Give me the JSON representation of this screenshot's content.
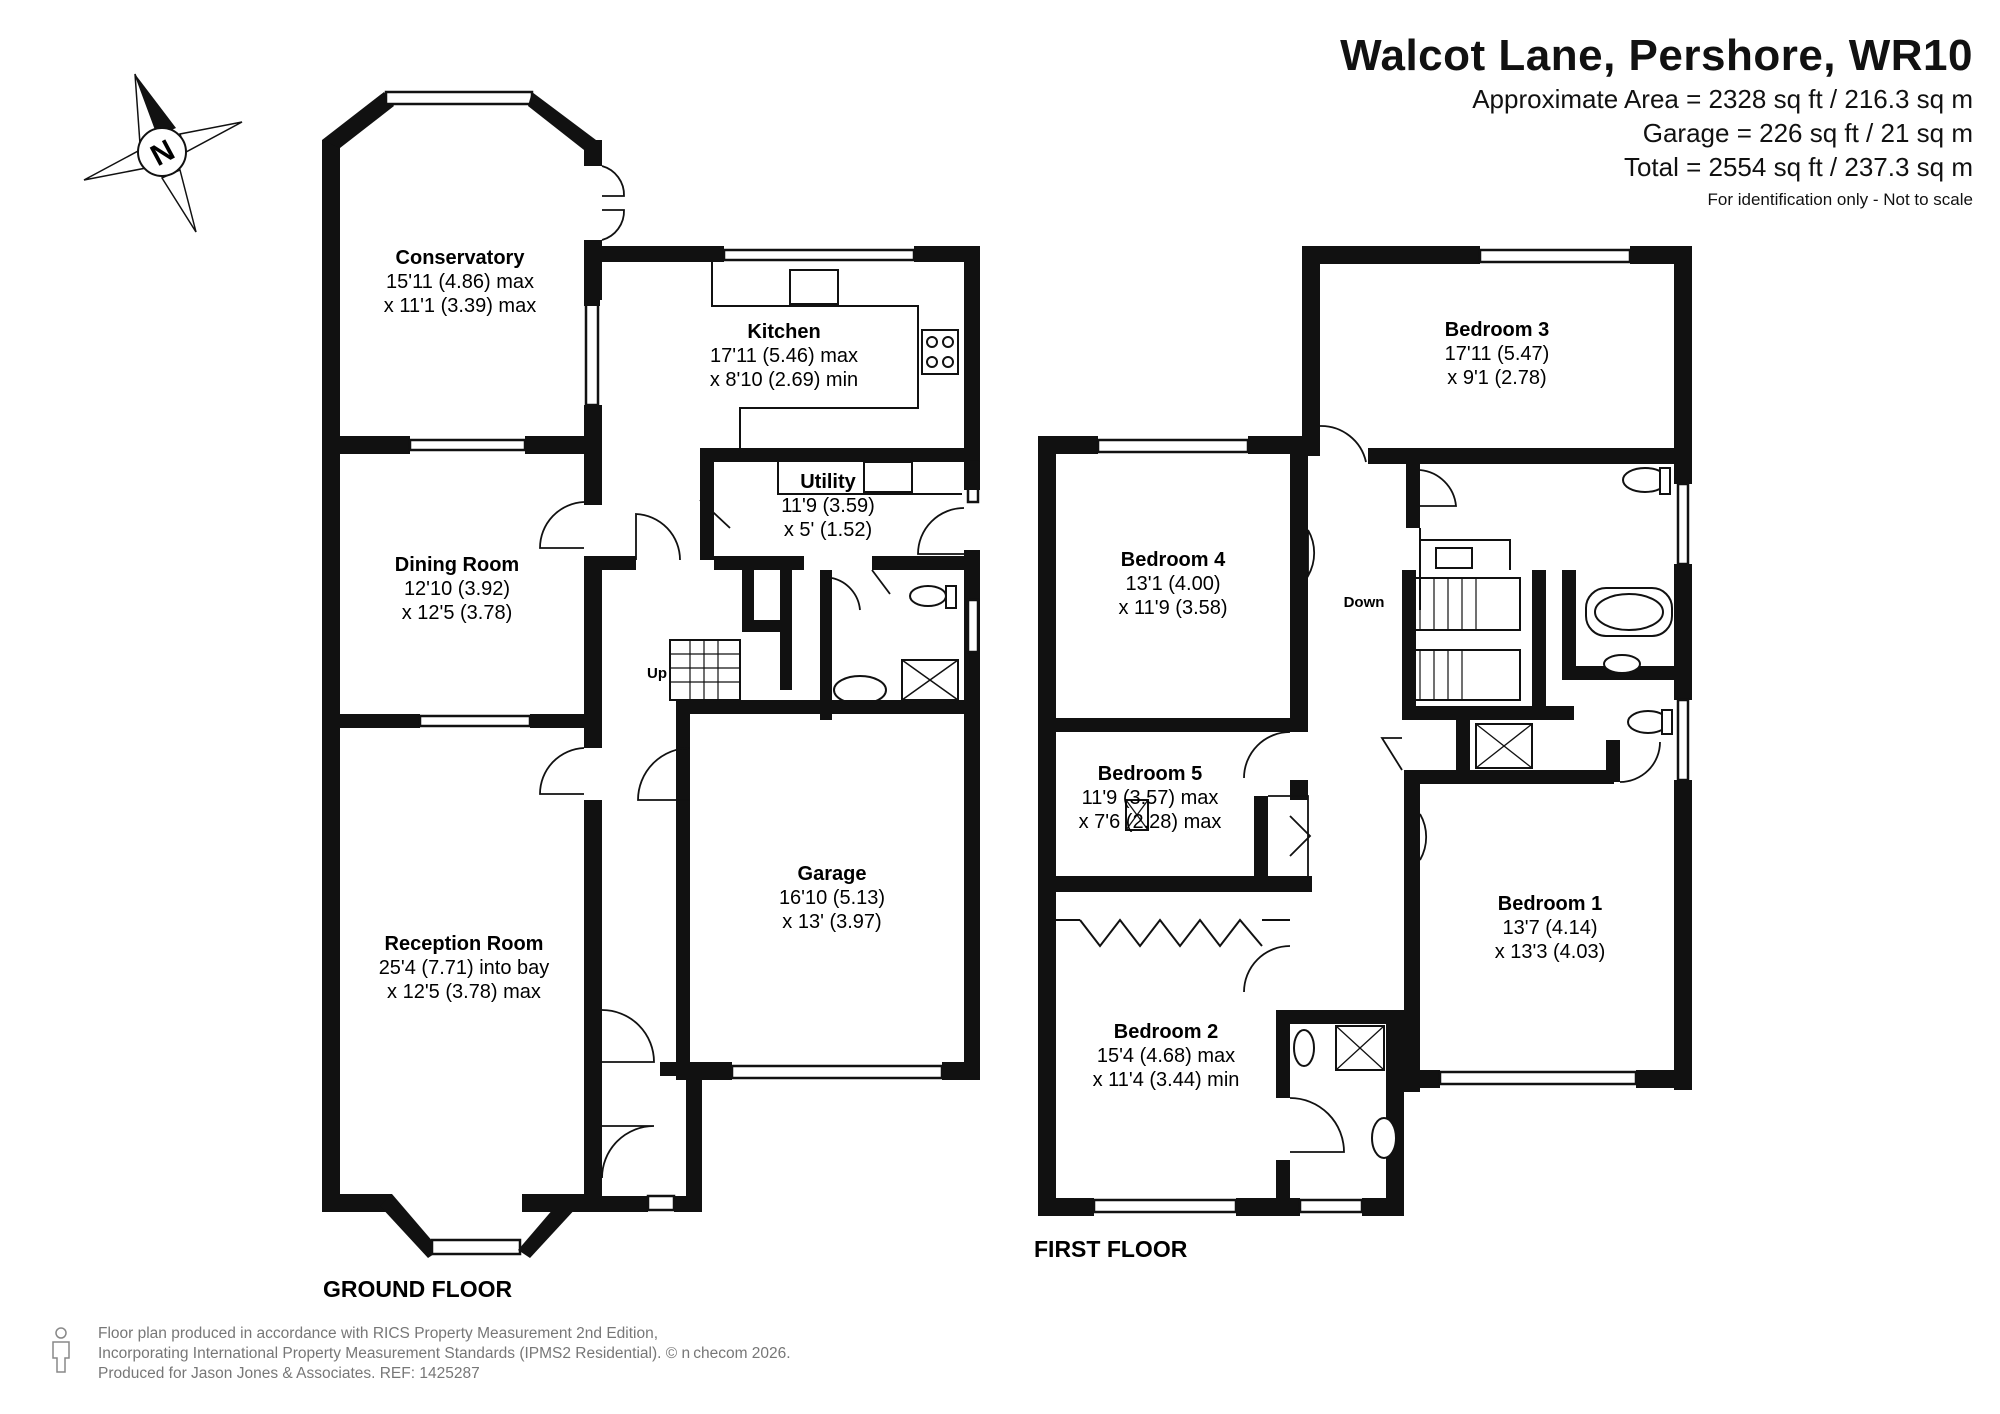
{
  "header": {
    "address": "Walcot Lane, Pershore, WR10",
    "area_lines": [
      "Approximate Area = 2328 sq ft / 216.3 sq m",
      "Garage = 226 sq ft / 21 sq m",
      "Total = 2554 sq ft / 237.3 sq m"
    ],
    "note": "For identification only - Not to scale"
  },
  "compass": {
    "label": "N"
  },
  "ground_floor": {
    "label": "GROUND FLOOR",
    "rooms": [
      {
        "name": "Conservatory",
        "dims": [
          "15'11 (4.86) max",
          "x 11'1 (3.39) max"
        ]
      },
      {
        "name": "Kitchen",
        "dims": [
          "17'11 (5.46) max",
          "x 8'10 (2.69) min"
        ]
      },
      {
        "name": "Utility",
        "dims": [
          "11'9 (3.59)",
          "x 5' (1.52)"
        ]
      },
      {
        "name": "Dining Room",
        "dims": [
          "12'10 (3.92)",
          "x 12'5 (3.78)"
        ]
      },
      {
        "name": "Reception Room",
        "dims": [
          "25'4 (7.71) into bay",
          "x 12'5 (3.78) max"
        ]
      },
      {
        "name": "Garage",
        "dims": [
          "16'10 (5.13)",
          "x 13' (3.97)"
        ]
      }
    ],
    "stair_label": "Up"
  },
  "first_floor": {
    "label": "FIRST FLOOR",
    "rooms": [
      {
        "name": "Bedroom 3",
        "dims": [
          "17'11 (5.47)",
          "x 9'1 (2.78)"
        ]
      },
      {
        "name": "Bedroom 4",
        "dims": [
          "13'1 (4.00)",
          "x 11'9 (3.58)"
        ]
      },
      {
        "name": "Bedroom 5",
        "dims": [
          "11'9 (3.57) max",
          "x 7'6 (2.28) max"
        ]
      },
      {
        "name": "Bedroom 2",
        "dims": [
          "15'4 (4.68) max",
          "x 11'4 (3.44) min"
        ]
      },
      {
        "name": "Bedroom 1",
        "dims": [
          "13'7 (4.14)",
          "x 13'3 (4.03)"
        ]
      }
    ],
    "stair_label": "Down"
  },
  "footer": {
    "lines": [
      "Floor plan produced in accordance with RICS Property Measurement 2nd Edition,",
      "Incorporating International Property Measurement Standards (IPMS2 Residential).   © n checom 2026.",
      "Produced for Jason Jones & Associates.   REF: 1425287"
    ]
  },
  "colors": {
    "wall": "#111111",
    "background": "#ffffff",
    "footer_text": "#777777"
  }
}
